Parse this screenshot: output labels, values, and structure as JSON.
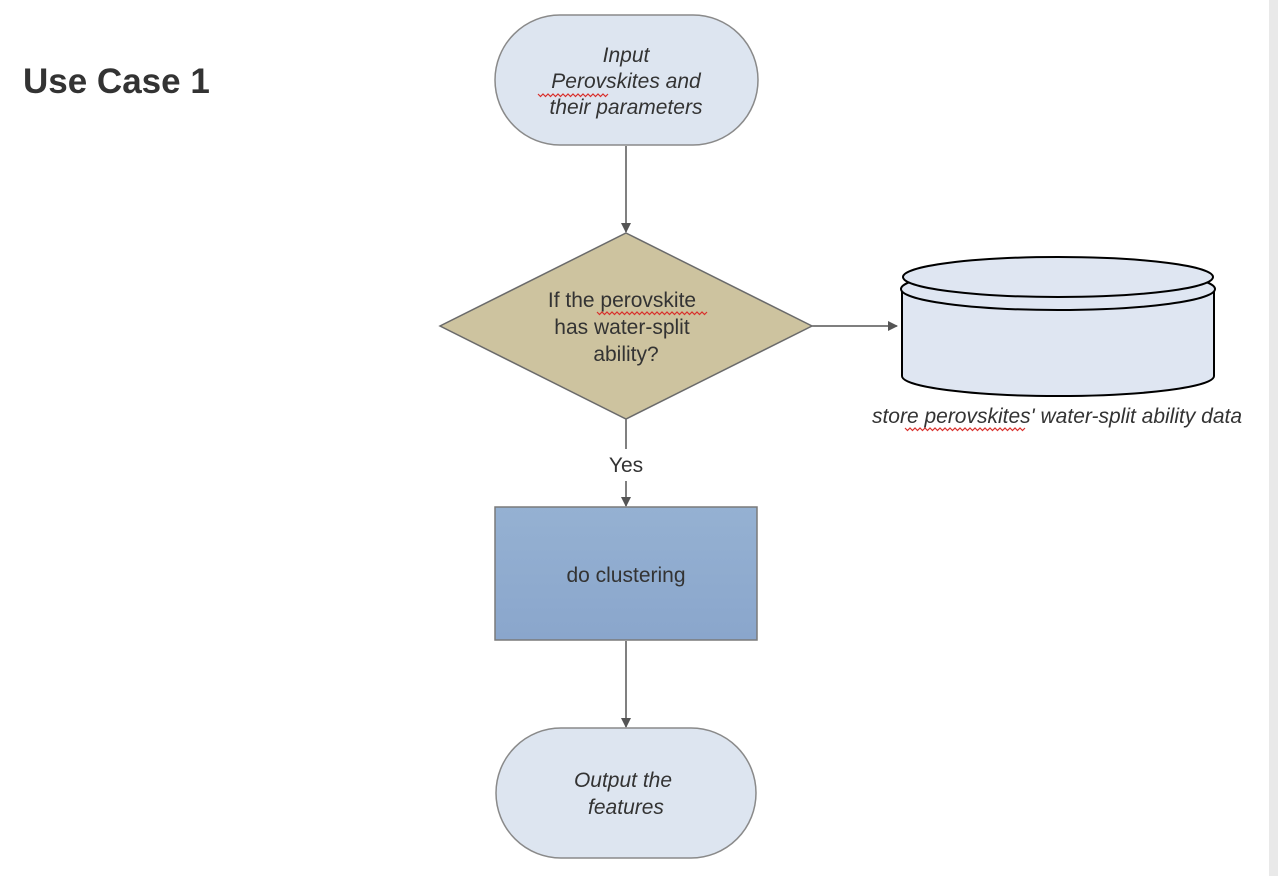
{
  "title": "Use Case 1",
  "colors": {
    "terminal_fill": "#dde5f0",
    "decision_fill": "#cdc39f",
    "process_fill_top": "#95b1d2",
    "process_fill_bottom": "#8aa6cc",
    "database_fill": "#dfe6f2",
    "edge": "#555555",
    "text": "#333333"
  },
  "nodes": {
    "input": {
      "shape": "terminal",
      "lines": [
        "Input",
        "Perovskites and",
        "their parameters"
      ]
    },
    "decision": {
      "shape": "decision",
      "lines": [
        "If the perovskite",
        "has water-split",
        "ability?"
      ]
    },
    "process": {
      "shape": "process",
      "lines": [
        "do clustering"
      ]
    },
    "output": {
      "shape": "terminal",
      "lines": [
        "Output the",
        "features"
      ]
    },
    "datastore": {
      "shape": "database",
      "caption": "store perovskites' water-split ability data"
    }
  },
  "edges": {
    "yes_label": "Yes"
  }
}
